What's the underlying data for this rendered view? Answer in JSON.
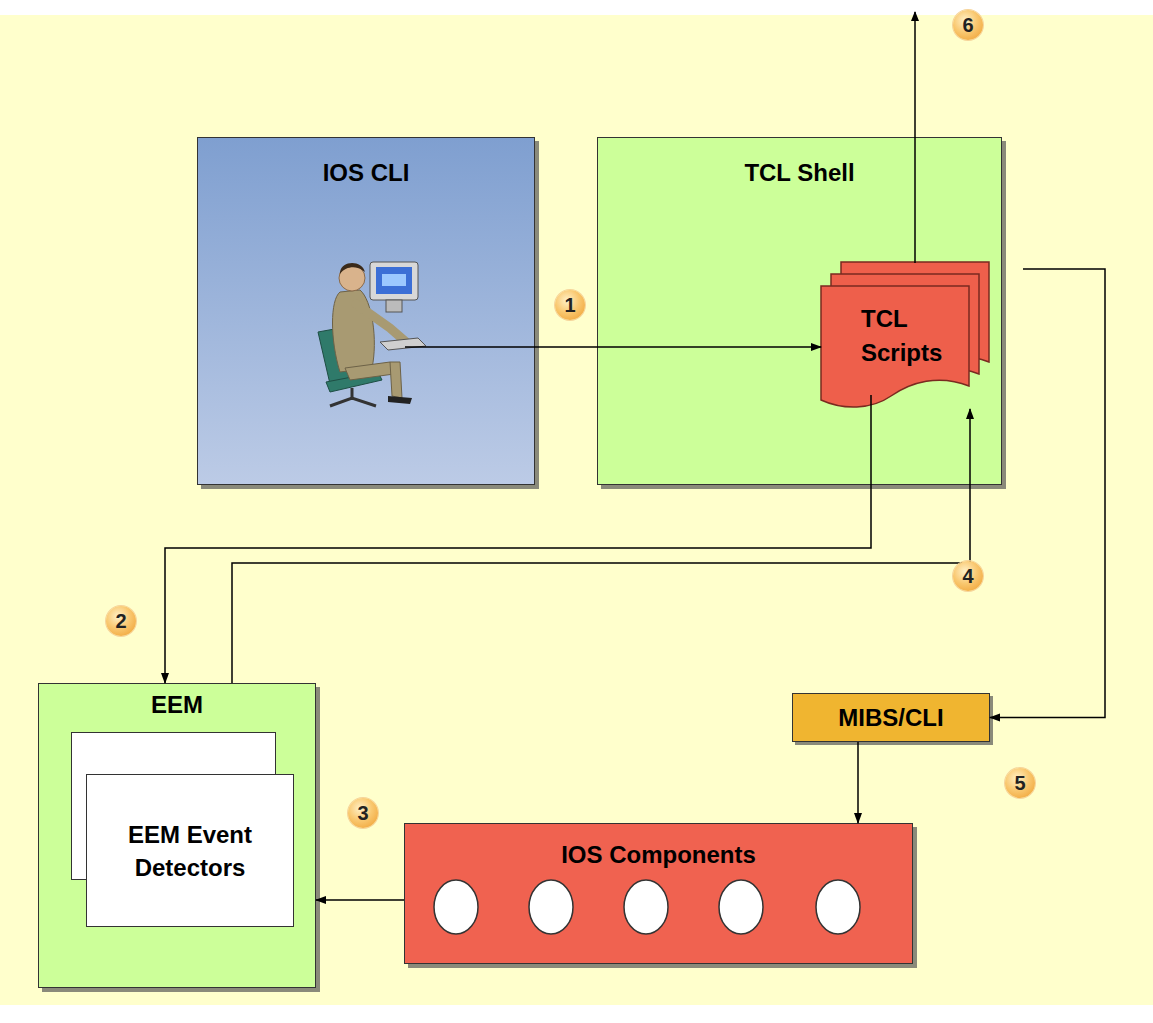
{
  "diagram": {
    "nodes": [
      {
        "text": [
          "IOS CLI"
        ]
      },
      {
        "text": [
          "TCL Shell"
        ]
      },
      {
        "text": [
          "TCL Scripts"
        ],
        "in": 1
      },
      {
        "text": [
          "EEM"
        ]
      },
      {
        "text": [
          "EEM Event Detectors"
        ],
        "in": 3
      },
      {
        "text": [
          "MIBS/CLI"
        ]
      },
      {
        "text": [
          "IOS Components"
        ]
      }
    ],
    "edges": [
      {
        "from": 0,
        "to": 2,
        "arrow": "to"
      },
      {
        "from": 2,
        "to": 3,
        "arrow": "to"
      },
      {
        "from": 3,
        "to": 2,
        "arrow": "to"
      },
      {
        "from": 2,
        "to": 5,
        "arrow": "to"
      },
      {
        "from": 5,
        "to": 6,
        "arrow": "to"
      },
      {
        "from": 6,
        "to": 3,
        "arrow": "to"
      }
    ],
    "labels": [
      "1",
      "2",
      "3",
      "4",
      "5",
      "6"
    ]
  }
}
